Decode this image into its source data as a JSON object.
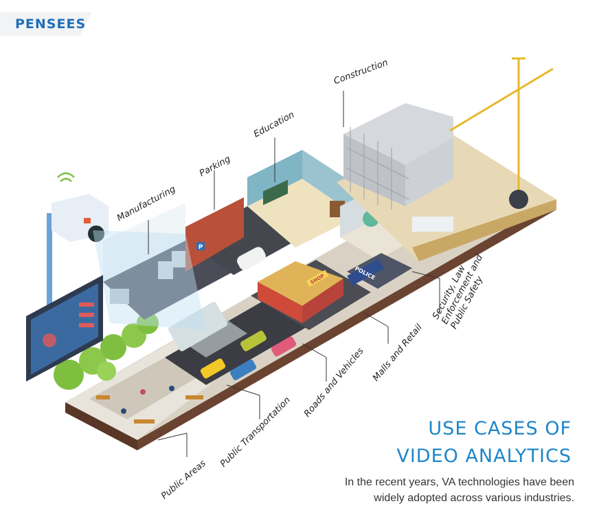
{
  "brand": {
    "logo_text": "PENSEES",
    "accent": "#1e86c8",
    "logo_color": "#1e6fb8"
  },
  "labels": {
    "construction": "Construction",
    "education": "Education",
    "parking": "Parking",
    "manufacturing": "Manufacturing",
    "security_line1": "Security, Law",
    "security_line2": "Enforcement and",
    "security_line3": "Public Safety",
    "malls": "Malls and Retail",
    "roads": "Roads and Vehicles",
    "transport": "Public Transportation",
    "public_areas": "Public Areas"
  },
  "signs": {
    "shop": "SHOP",
    "police": "POLICE",
    "parking_sign": "P"
  },
  "heading": {
    "line1": "USE CASES OF",
    "line2": "VIDEO ANALYTICS"
  },
  "subtitle": {
    "line1": "In the recent years, VA technologies have been",
    "line2": "widely adopted across various industries."
  }
}
